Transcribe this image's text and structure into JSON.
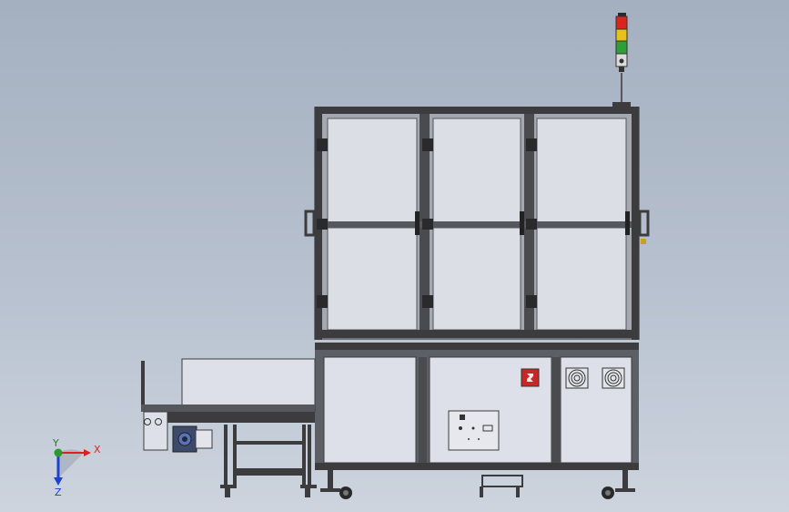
{
  "viewport": {
    "background_top": "#a4b0c0",
    "background_bottom": "#cdd4de"
  },
  "colors": {
    "frame": "#3c3c3e",
    "frame_light": "#6d7077",
    "glass": "#d9dbe3",
    "panel": "#dde0e8",
    "panel_line": "#55575c",
    "warning_red": "#c62828",
    "lamp_red": "#d8261c",
    "lamp_yellow": "#e6c21a",
    "lamp_green": "#2f9e3a",
    "axis_x": "#e02020",
    "axis_y": "#2a7a2a",
    "axis_z": "#2040d0"
  },
  "machine": {
    "upper_enclosure": {
      "glass_panels_across": 3,
      "glass_panels_down": 2
    },
    "signal_tower": {
      "lamps": [
        "red",
        "yellow",
        "green"
      ]
    },
    "control_cabinet": {
      "warning_sign_icon": "electrical-hazard-icon",
      "fan_icon": "cooling-fan-icon",
      "fans": 2
    },
    "conveyor": {
      "motor_icon": "motor-icon"
    }
  },
  "triad": {
    "x_label": "X",
    "y_label": "Y",
    "z_label": "Z"
  }
}
